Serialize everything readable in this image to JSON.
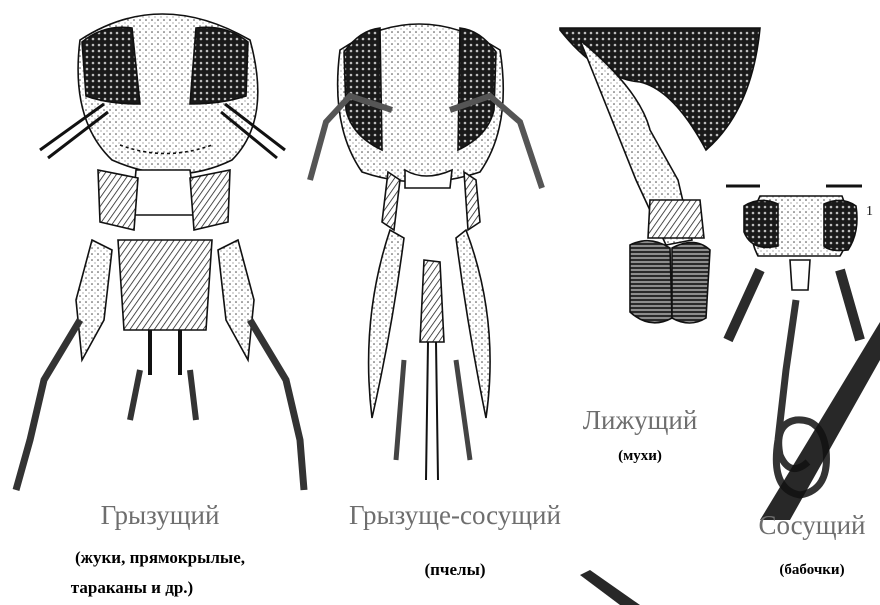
{
  "panels": [
    {
      "caption": "Грызущий",
      "notes": [
        "(жуки, прямокрылые,",
        "тараканы и др.)"
      ]
    },
    {
      "caption": "Грызуще-сосущий",
      "notes": [
        "(пчелы)"
      ]
    },
    {
      "caption": "Лижущий",
      "notes": [
        "(мухи)"
      ]
    },
    {
      "caption": "Сосущий",
      "notes": [
        "(бабочки)"
      ]
    }
  ],
  "marks": {
    "panel4_side_label": "1"
  },
  "colors": {
    "ink": "#111111",
    "caption": "#6e6e6e",
    "watermark": "#111111"
  }
}
